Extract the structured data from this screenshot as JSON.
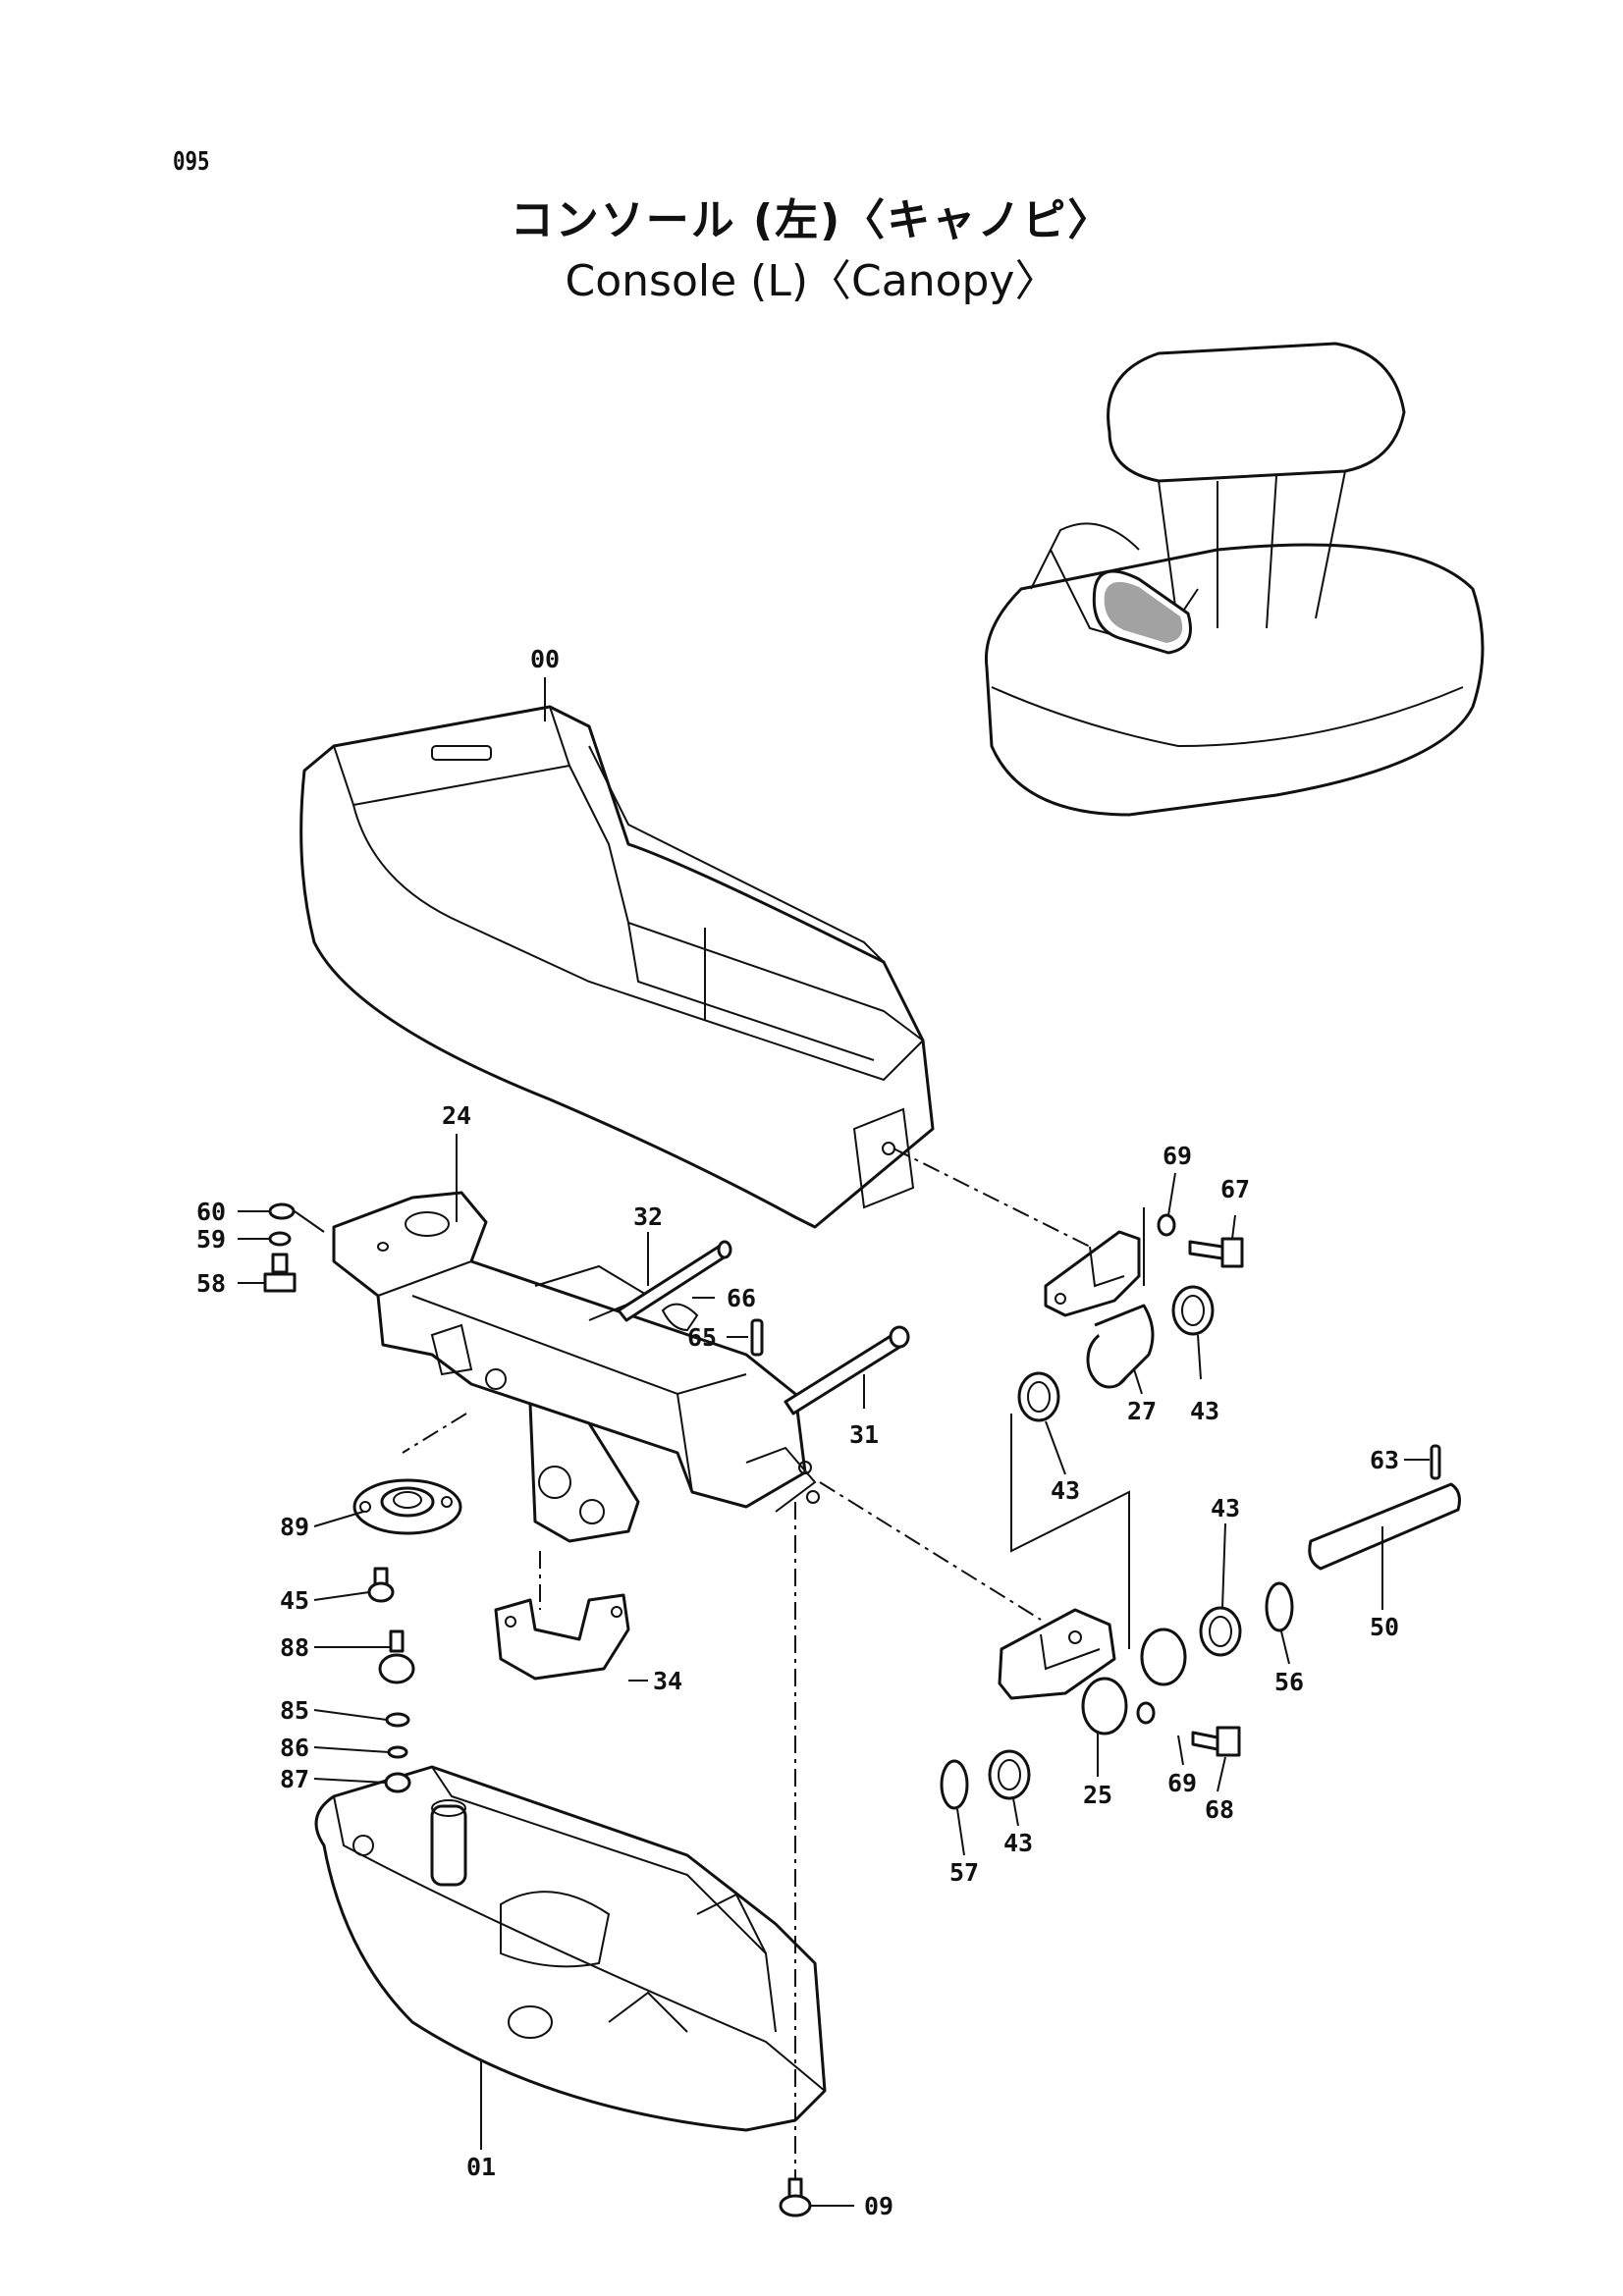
{
  "page_number": "095",
  "title_jp": "コンソール (左)〈キャノピ〉",
  "title_en": "Console (L)〈Canopy〉",
  "part_labels": {
    "p00": "00",
    "p01": "01",
    "p09": "09",
    "p24": "24",
    "p25": "25",
    "p27": "27",
    "p31": "31",
    "p32": "32",
    "p34": "34",
    "p43a": "43",
    "p43b": "43",
    "p43c": "43",
    "p43d": "43",
    "p45": "45",
    "p50": "50",
    "p56": "56",
    "p57": "57",
    "p58": "58",
    "p59": "59",
    "p60": "60",
    "p63": "63",
    "p65": "65",
    "p66": "66",
    "p67": "67",
    "p68": "68",
    "p69a": "69",
    "p69b": "69",
    "p85": "85",
    "p86": "86",
    "p87": "87",
    "p88": "88",
    "p89": "89"
  }
}
